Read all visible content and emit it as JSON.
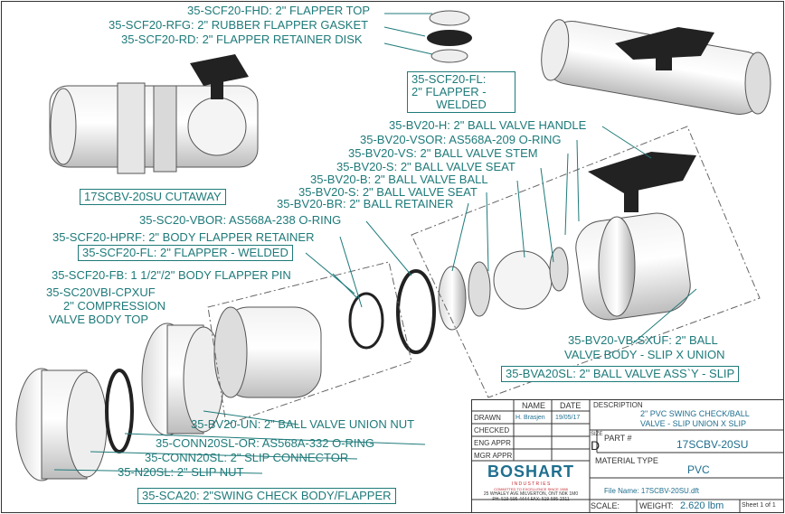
{
  "callouts": [
    {
      "key": "flapper_top",
      "text": "35-SCF20-FHD: 2\" FLAPPER TOP"
    },
    {
      "key": "rubber_gasket",
      "text": "35-SCF20-RFG: 2\" RUBBER FLAPPER GASKET"
    },
    {
      "key": "retainer_disk",
      "text": "35-SCF20-RD: 2\" FLAPPER RETAINER DISK"
    },
    {
      "key": "ball_valve_handle",
      "text": "35-BV20-H: 2\" BALL VALVE HANDLE"
    },
    {
      "key": "vsor",
      "text": "35-BV20-VSOR: AS568A-209 O-RING"
    },
    {
      "key": "valve_stem",
      "text": "35-BV20-VS: 2\" BALL VALVE STEM"
    },
    {
      "key": "valve_seat_1",
      "text": "35-BV20-S: 2\" BALL VALVE SEAT"
    },
    {
      "key": "valve_ball",
      "text": "35-BV20-B: 2\" BALL VALVE BALL"
    },
    {
      "key": "valve_seat_2",
      "text": "35-BV20-S: 2\" BALL VALVE SEAT"
    },
    {
      "key": "ball_retainer",
      "text": "35-BV20-BR: 2\" BALL RETAINER"
    },
    {
      "key": "vbor",
      "text": "35-SC20-VBOR: AS568A-238 O-RING"
    },
    {
      "key": "hprf",
      "text": "35-SCF20-HPRF: 2\" BODY FLAPPER RETAINER"
    },
    {
      "key": "flapper_pin",
      "text": "35-SCF20-FB: 1 1/2\"/2\" BODY FLAPPER PIN"
    },
    {
      "key": "vbi_1",
      "text": "35-SC20VBI-CPXUF"
    },
    {
      "key": "vbi_2",
      "text": "2\" COMPRESSION"
    },
    {
      "key": "vbi_3",
      "text": "VALVE BODY TOP"
    },
    {
      "key": "union_nut",
      "text": "35-BV20-UN: 2\" BALL VALVE UNION NUT"
    },
    {
      "key": "conn_or",
      "text": "35-CONN20SL-OR: AS568A-332 O-RING"
    },
    {
      "key": "slip_conn",
      "text": "35-CONN20SL: 2\" SLIP CONNECTOR"
    },
    {
      "key": "slip_nut",
      "text": "35-N20SL: 2\" SLIP NUT"
    },
    {
      "key": "vb_sxuf_1",
      "text": "35-BV20-VB-SXUF: 2\" BALL"
    },
    {
      "key": "vb_sxuf_2",
      "text": "VALVE BODY -  SLIP X UNION"
    }
  ],
  "boxed_labels": {
    "flapper_welded_top": [
      "35-SCF20-FL:",
      "2\" FLAPPER -",
      "WELDED"
    ],
    "cutaway": "17SCBV-20SU CUTAWAY",
    "flapper_welded_mid": "35-SCF20-FL: 2\" FLAPPER - WELDED",
    "ball_valve_assy": "35-BVA20SL: 2\" BALL VALVE ASS`Y - SLIP",
    "swing_check": "35-SCA20: 2\"SWING CHECK BODY/FLAPPER"
  },
  "title_block": {
    "name_header": "NAME",
    "date_header": "DATE",
    "rows": [
      {
        "label": "DRAWN",
        "name": "H. Brasjen",
        "date": "19/05/17"
      },
      {
        "label": "CHECKED",
        "name": "",
        "date": ""
      },
      {
        "label": "ENG APPR",
        "name": "",
        "date": ""
      },
      {
        "label": "MGR APPR",
        "name": "",
        "date": ""
      }
    ],
    "description_label": "DESCRIPTION",
    "description_1": "2\" PVC SWING CHECK/BALL",
    "description_2": "VALVE - SLIP UNION X SLIP",
    "size_label": "SIZE",
    "size_value": "D",
    "part_label": "PART #",
    "part_value": "17SCBV-20SU",
    "material_label": "MATERIAL TYPE",
    "material_value": "PVC",
    "file_name": "File Name: 17SCBV-20SU.dft",
    "scale_label": "SCALE:",
    "weight_label": "WEIGHT:",
    "weight_value": "2.620 lbm",
    "sheet": "Sheet 1 of 1",
    "company": "BOSHART",
    "company_sub": "I N D U S T R I E S",
    "tagline": "COMMITTED TO EXCELLENCE SINCE 1988",
    "address": "25 WHALEY AVE MILVERTON, ONT N0K 1M0",
    "phone": "PH: 519-595-4444  FAX: 519-595-2311"
  },
  "colors": {
    "teal": "#1f7a7a",
    "title_blue": "#1f6f8f",
    "brand_red": "#c1272d"
  }
}
